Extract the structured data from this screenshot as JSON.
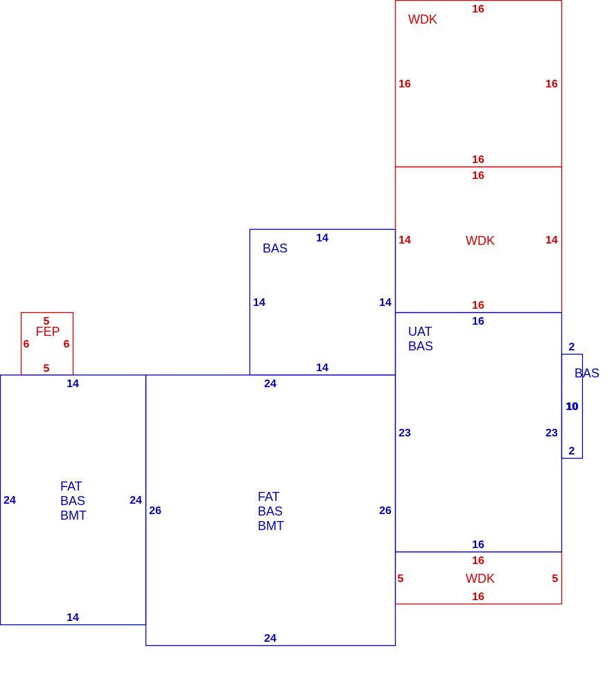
{
  "colors": {
    "living": "#0000cc",
    "exterior": "#dd0000",
    "background": "#ffffff"
  },
  "areas": {
    "fep": {
      "code": "FEP",
      "dims": {
        "top": "5",
        "bottom": "5",
        "left": "6",
        "right": "6"
      }
    },
    "left_block": {
      "codes": [
        "FAT",
        "BAS",
        "BMT"
      ],
      "dims": {
        "top": "14",
        "bottom": "14",
        "left": "24",
        "right": "24"
      }
    },
    "center_block": {
      "codes": [
        "FAT",
        "BAS",
        "BMT"
      ],
      "dims": {
        "top": "24",
        "bottom": "24",
        "left": "26",
        "right": "26"
      }
    },
    "upper_bas": {
      "code": "BAS",
      "dims": {
        "top": "14",
        "bottom": "14",
        "left": "14",
        "right": "14"
      }
    },
    "uat_bas": {
      "codes": [
        "UAT",
        "BAS"
      ],
      "dims": {
        "top": "16",
        "bottom": "16",
        "left": "23",
        "right": "23"
      }
    },
    "small_bas": {
      "code": "BAS",
      "dims": {
        "top": "2",
        "bottom": "2",
        "side": "10"
      }
    },
    "top_wdk": {
      "code": "WDK",
      "dims": {
        "top": "16",
        "bottom": "16",
        "left": "16",
        "right": "16"
      }
    },
    "middle_wdk": {
      "code": "WDK",
      "dims": {
        "top": "16",
        "bottom": "16",
        "left": "14",
        "right": "14"
      }
    },
    "bottom_wdk": {
      "code": "WDK",
      "dims": {
        "top": "16",
        "bottom": "16",
        "left": "5",
        "right": "5"
      }
    }
  }
}
